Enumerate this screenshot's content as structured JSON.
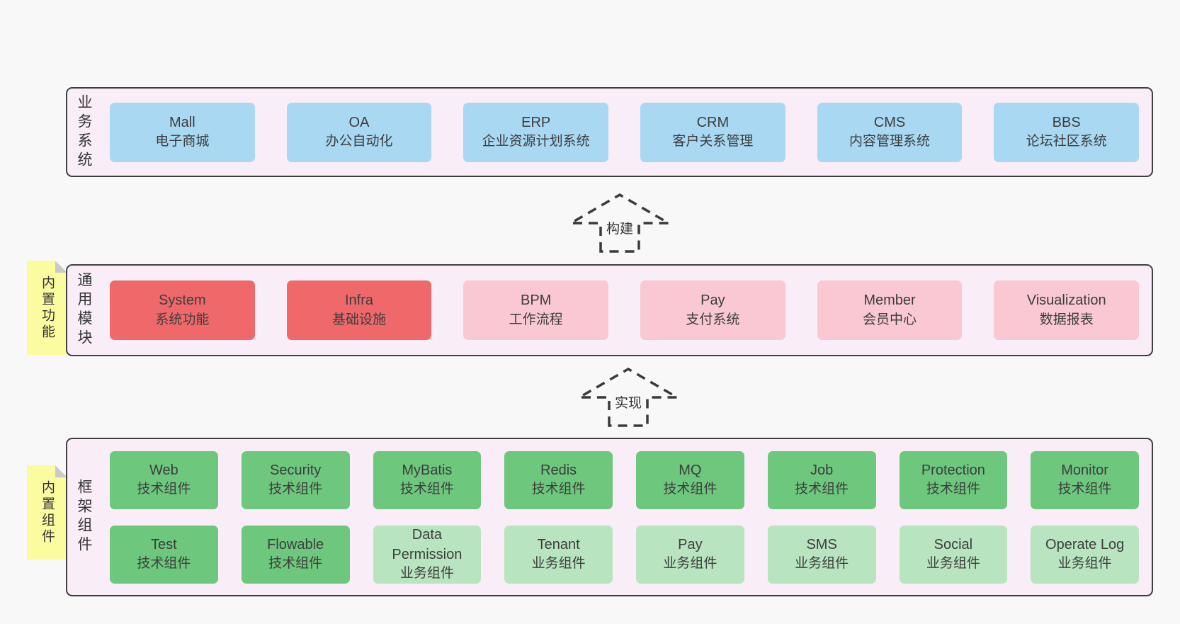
{
  "palette": {
    "page_bg": "#f8f8f8",
    "band_bg": "#f9edf7",
    "band_border": "#3f3f3f",
    "box_blue": "#a8d8f2",
    "box_red": "#f0696a",
    "box_pink": "#f9c8d2",
    "box_green": "#6dc77c",
    "box_light_green": "#b8e4bf",
    "note_yellow": "#fbfb9f",
    "note_fold_gray": "#c9c9c9",
    "text": "#3d3d3d"
  },
  "arrows": [
    {
      "label": "构建"
    },
    {
      "label": "实现"
    }
  ],
  "bands": [
    {
      "label": "业务系统",
      "boxes": [
        {
          "name": "Mall",
          "desc": "电子商城"
        },
        {
          "name": "OA",
          "desc": "办公自动化"
        },
        {
          "name": "ERP",
          "desc": "企业资源计划系统"
        },
        {
          "name": "CRM",
          "desc": "客户关系管理"
        },
        {
          "name": "CMS",
          "desc": "内容管理系统"
        },
        {
          "name": "BBS",
          "desc": "论坛社区系统"
        }
      ]
    },
    {
      "label": "通用模块",
      "note": "内置功能",
      "boxes": [
        {
          "name": "System",
          "desc": "系统功能"
        },
        {
          "name": "Infra",
          "desc": "基础设施"
        },
        {
          "name": "BPM",
          "desc": "工作流程"
        },
        {
          "name": "Pay",
          "desc": "支付系统"
        },
        {
          "name": "Member",
          "desc": "会员中心"
        },
        {
          "name": "Visualization",
          "desc": "数据报表"
        }
      ]
    },
    {
      "label": "框架组件",
      "note": "内置组件",
      "rows": [
        {
          "boxes": [
            {
              "name": "Web",
              "desc": "技术组件"
            },
            {
              "name": "Security",
              "desc": "技术组件"
            },
            {
              "name": "MyBatis",
              "desc": "技术组件"
            },
            {
              "name": "Redis",
              "desc": "技术组件"
            },
            {
              "name": "MQ",
              "desc": "技术组件"
            },
            {
              "name": "Job",
              "desc": "技术组件"
            },
            {
              "name": "Protection",
              "desc": "技术组件"
            },
            {
              "name": "Monitor",
              "desc": "技术组件"
            }
          ]
        },
        {
          "boxes": [
            {
              "name": "Test",
              "desc": "技术组件"
            },
            {
              "name": "Flowable",
              "desc": "技术组件"
            },
            {
              "name": "Data Permission",
              "desc": "业务组件"
            },
            {
              "name": "Tenant",
              "desc": "业务组件"
            },
            {
              "name": "Pay",
              "desc": "业务组件"
            },
            {
              "name": "SMS",
              "desc": "业务组件"
            },
            {
              "name": "Social",
              "desc": "业务组件"
            },
            {
              "name": "Operate Log",
              "desc": "业务组件"
            }
          ]
        }
      ]
    }
  ]
}
